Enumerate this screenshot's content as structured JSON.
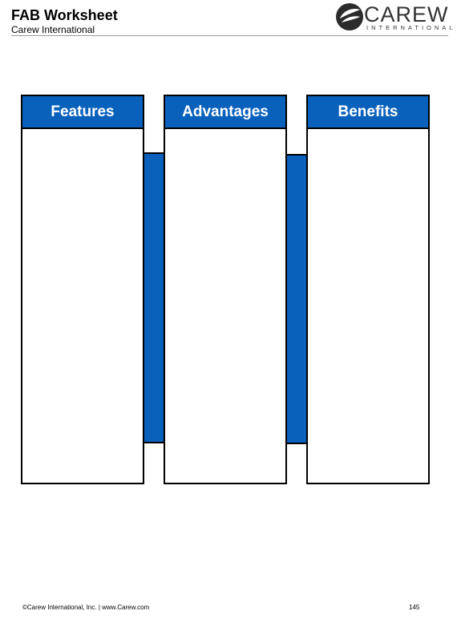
{
  "header": {
    "title": "FAB Worksheet",
    "subtitle": "Carew International",
    "logo": {
      "word": "CAREW",
      "sub": "INTERNATIONAL",
      "icon": "carew-leaf-logo-icon"
    }
  },
  "columns": [
    {
      "label": "Features"
    },
    {
      "label": "Advantages"
    },
    {
      "label": "Benefits"
    }
  ],
  "footer": {
    "copyright": "©Carew International, Inc. | www.Carew.com",
    "page_number": "145"
  },
  "colors": {
    "accent_blue": "#0a61bc",
    "border": "#000000",
    "rule": "#9a9a9a"
  }
}
